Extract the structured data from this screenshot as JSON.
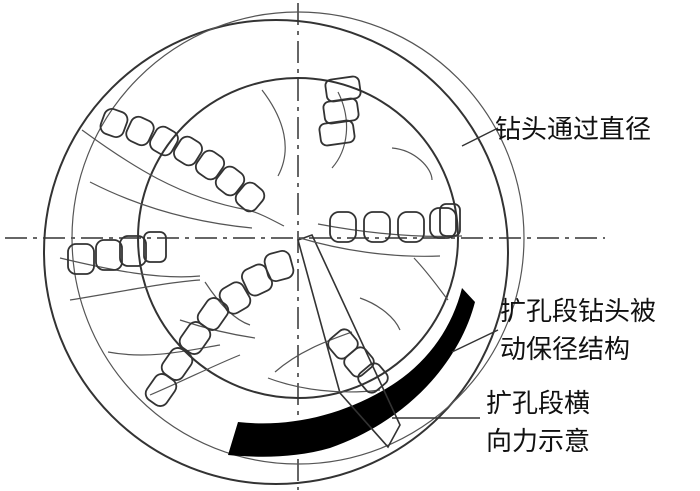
{
  "labels": {
    "drill_pass_diameter": "钻头通过直径",
    "passive_protection_line1": "扩孔段钻头被",
    "passive_protection_line2": "动保径结构",
    "lateral_force_line1": "扩孔段横",
    "lateral_force_line2": "向力示意"
  },
  "colors": {
    "line": "#333333",
    "thin_line": "#555555",
    "fill_black": "#000000",
    "background": "#ffffff"
  }
}
